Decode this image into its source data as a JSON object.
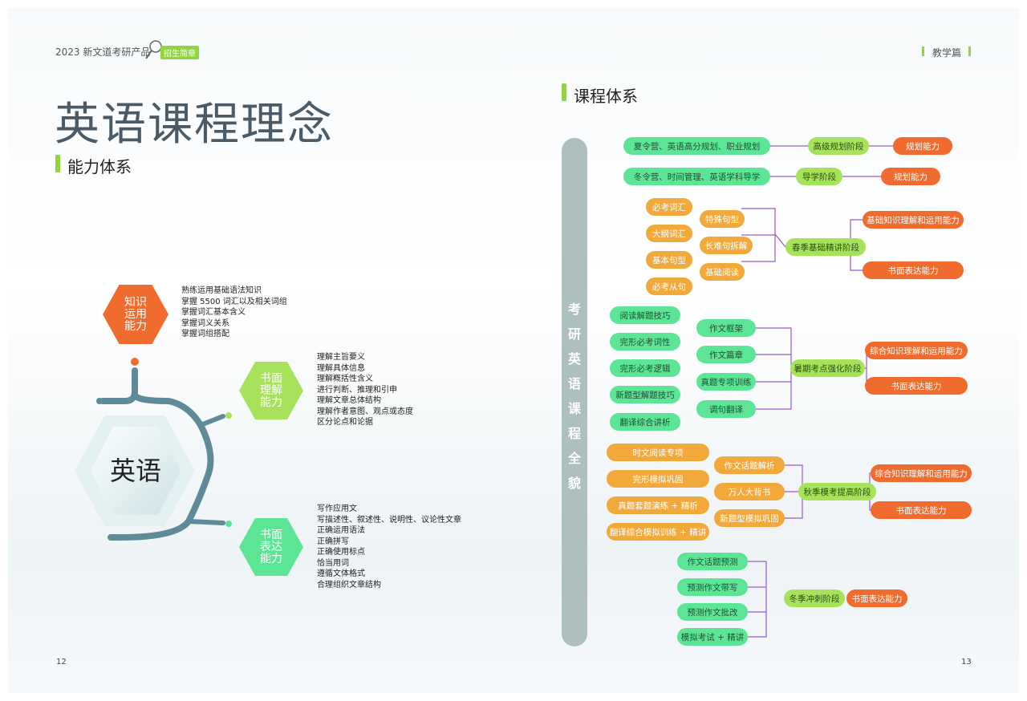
{
  "left_page": {
    "header": "2023 新文道考研产品",
    "header_tag": "招生简章",
    "title": "英语课程理念",
    "section": "能力体系",
    "center": "英语",
    "abilities": [
      {
        "label": "知识\n运用\n能力",
        "items": [
          "熟练运用基础语法知识",
          "掌握 5500 词汇以及相关词组",
          "掌握词汇基本含义",
          "掌握词义关系",
          "掌握词组搭配"
        ]
      },
      {
        "label": "书面\n理解\n能力",
        "items": [
          "理解主旨要义",
          "理解具体信息",
          "理解概括性含义",
          "进行判断、推理和引申",
          "理解文章总体结构",
          "理解作者意图、观点或态度",
          "区分论点和论据"
        ]
      },
      {
        "label": "书面\n表达\n能力",
        "items": [
          "写作应用文",
          "写描述性、叙述性、说明性、议论性文章",
          "正确运用语法",
          "正确拼写",
          "正确使用标点",
          "恰当用词",
          "遵循文体格式",
          "合理组织文章结构"
        ]
      }
    ],
    "page_number": "12"
  },
  "right_page": {
    "header": "教学篇",
    "section": "课程体系",
    "vertical_title": "考研英语课程全貌",
    "page_number": "13",
    "rows": {
      "r1": {
        "course": "夏令营、英语高分规划、职业规划",
        "stage": "高级规划阶段",
        "ability": "规划能力"
      },
      "r2": {
        "course": "冬令营、时间管理、英语学科导学",
        "stage": "导学阶段",
        "ability": "规划能力"
      },
      "spring": {
        "col1": [
          "必考词汇",
          "大纲词汇",
          "基本句型",
          "必考从句"
        ],
        "col2": [
          "特殊句型",
          "长难句拆解",
          "基础阅读"
        ],
        "stage": "春季基础精讲阶段",
        "abilities": [
          "基础知识理解和运用能力",
          "书面表达能力"
        ]
      },
      "summer": {
        "col1": [
          "阅读解题技巧",
          "完形必考词性",
          "完形必考逻辑",
          "新题型解题技巧",
          "翻译综合讲析"
        ],
        "col2": [
          "作文框架",
          "作文篇章",
          "真题专项训练",
          "调句翻译"
        ],
        "stage": "暑期考点强化阶段",
        "abilities": [
          "综合知识理解和运用能力",
          "书面表达能力"
        ]
      },
      "autumn": {
        "col1": [
          "时文阅读专项",
          "完形模拟巩固",
          "真题套题演练 + 精析",
          "翻译综合模拟训练 + 精讲"
        ],
        "col2": [
          "作文话题解析",
          "万人大背书",
          "新题型模拟巩固"
        ],
        "stage": "秋季模考提高阶段",
        "abilities": [
          "综合知识理解和运用能力",
          "书面表达能力"
        ]
      },
      "winter": {
        "col1": [
          "作文话题预测",
          "预测作文带写",
          "预测作文批改",
          "模拟考试 + 精讲"
        ],
        "stage": "冬季冲刺阶段",
        "ability": "书面表达能力"
      }
    }
  },
  "colors": {
    "green": "#5de596",
    "yellow": "#f2a93b",
    "lime": "#a6e35a",
    "orange": "#f06c2e",
    "purple": "#9b59c9",
    "teal": "#5f8b99"
  }
}
